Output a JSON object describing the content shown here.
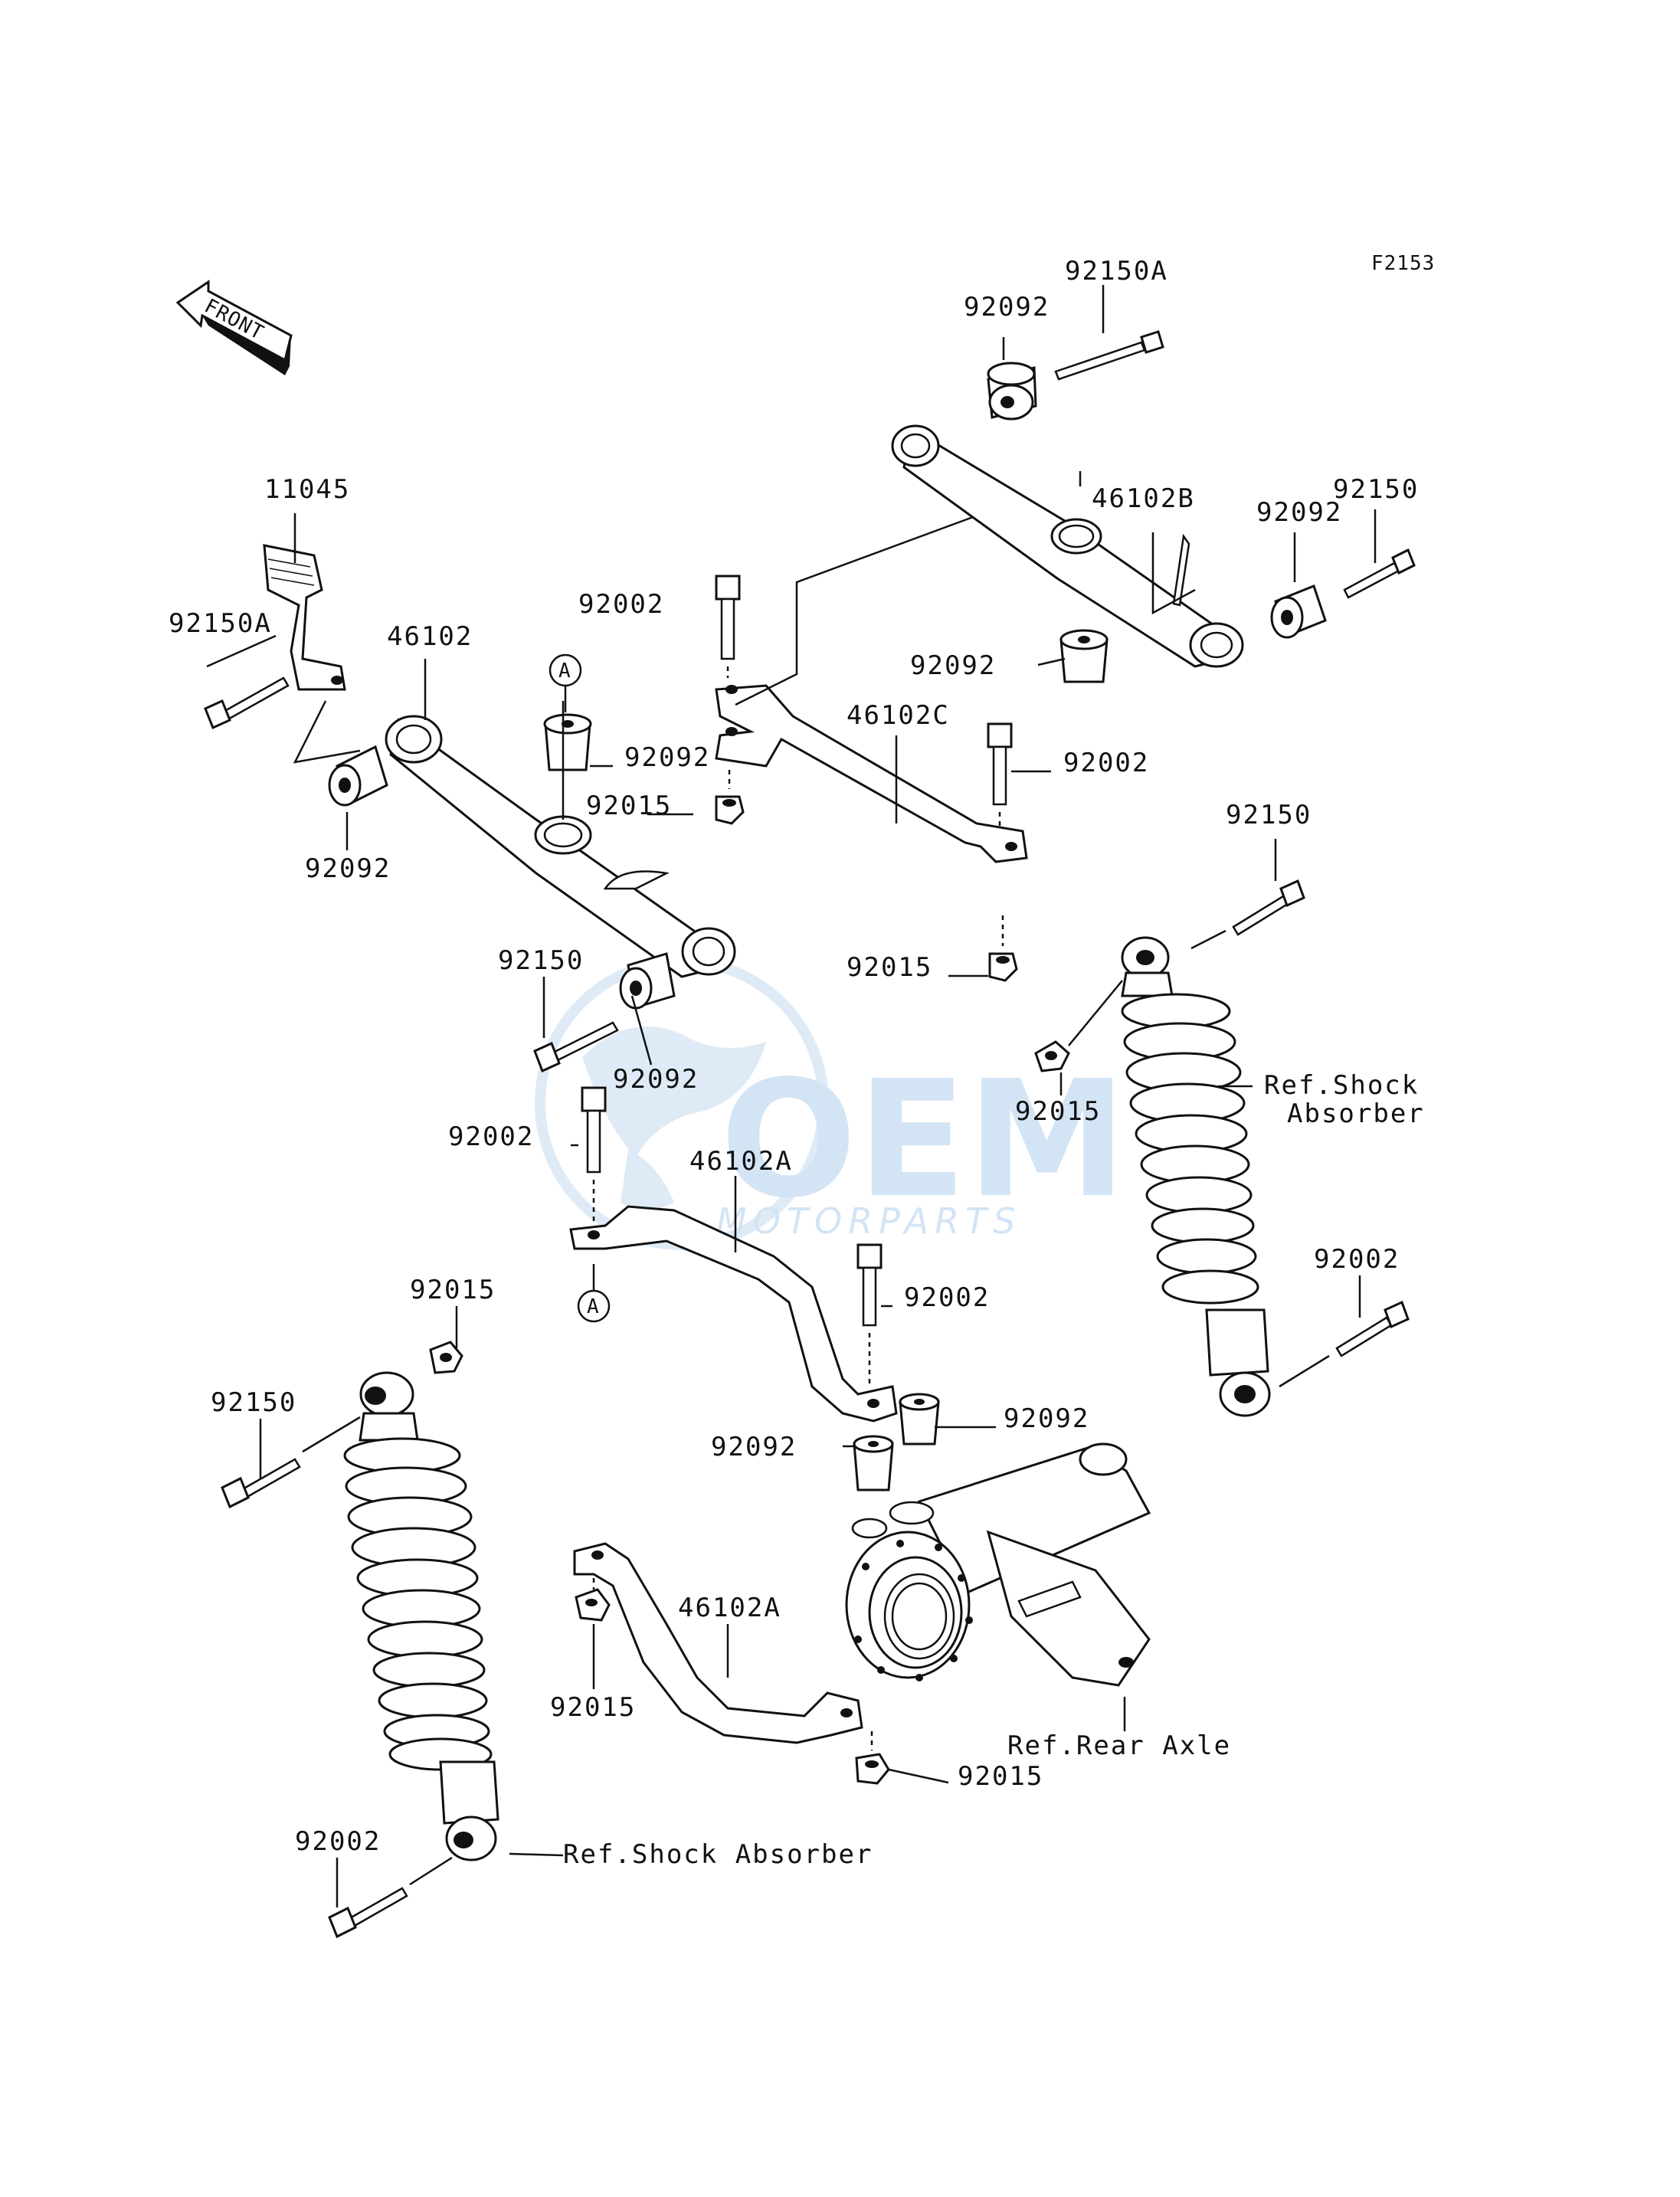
{
  "diagram": {
    "code": "F2153",
    "front_arrow": "FRONT",
    "marker_a": "A",
    "watermark": {
      "brand": "OEM",
      "sub": "MOTORPARTS"
    },
    "part_labels": {
      "p92150A_top": "92150A",
      "p92092_top": "92092",
      "p46102B": "46102B",
      "p92150_topright": "92150",
      "p92092_topright": "92092",
      "p92092_bushing_b": "92092",
      "p11045": "11045",
      "p92150A_left": "92150A",
      "p46102": "46102",
      "p92002_top": "92002",
      "p92092_a": "92092",
      "p92015_mid": "92015",
      "p46102C": "46102C",
      "p92002_c": "92002",
      "p92092_left": "92092",
      "p92150_right": "92150",
      "p92015_c": "92015",
      "p92150_mid": "92150",
      "p92092_mid": "92092",
      "p92015_shock_r": "92015",
      "p92002_left": "92002",
      "p46102A_upper": "46102A",
      "p92002_mid": "92002",
      "p92002_right": "92002",
      "p92015_bl": "92015",
      "p92150_bl": "92150",
      "p92092_axle_r": "92092",
      "p92092_axle_l": "92092",
      "p46102A_lower": "46102A",
      "p92015_lower": "92015",
      "p92015_axle": "92015",
      "p92002_bl": "92002"
    },
    "references": {
      "shock_right_1": "Ref.Shock",
      "shock_right_2": "Absorber",
      "shock_left": "Ref.Shock Absorber",
      "rear_axle": "Ref.Rear Axle"
    }
  }
}
